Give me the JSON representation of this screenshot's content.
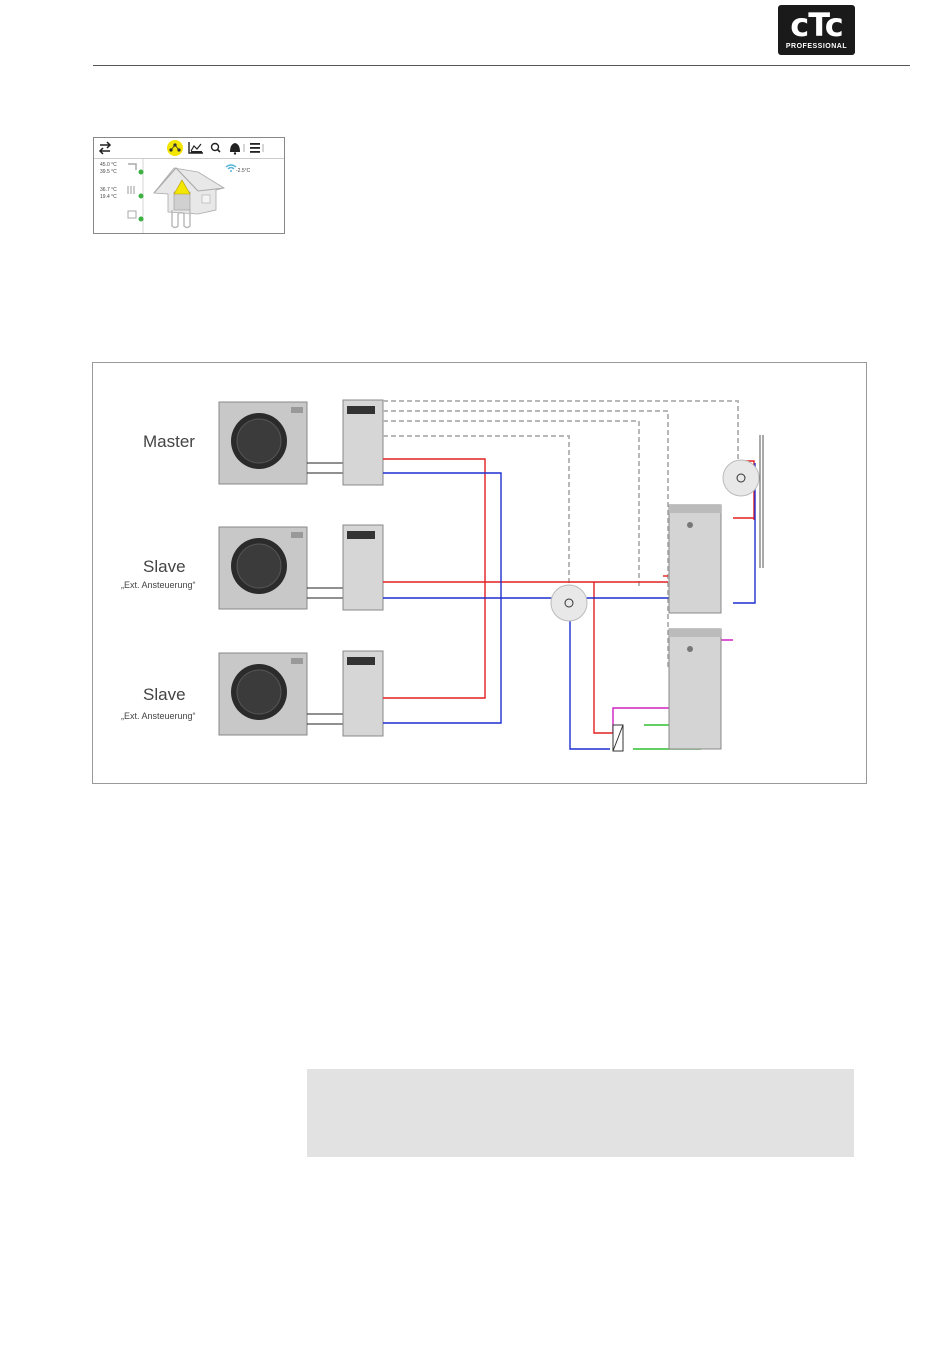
{
  "header": {
    "logo_text": "cTc",
    "logo_subtext": "PROFESSIONAL"
  },
  "screen": {
    "temps": [
      {
        "supply": "45.0 °C",
        "return": "39.5 °C"
      },
      {
        "supply": "36.7 °C",
        "return": "19.4 °C"
      }
    ],
    "outdoor_temp": "-2.5°C",
    "icons": [
      "swap-icon",
      "heatpump-network-icon",
      "chart-icon",
      "zoom-icon",
      "alarm-icon",
      "menu-icon"
    ]
  },
  "diagram": {
    "units": [
      {
        "role": "Master",
        "note": ""
      },
      {
        "role": "Slave",
        "note": "„Ext. Ansteuerung“"
      },
      {
        "role": "Slave",
        "note": "„Ext. Ansteuerung“"
      }
    ],
    "colors": {
      "flow": "#e02020",
      "return": "#1f2fd0",
      "control": "#b8b8b8",
      "hot_water": "#d020c0",
      "cold_water": "#30c030"
    }
  }
}
